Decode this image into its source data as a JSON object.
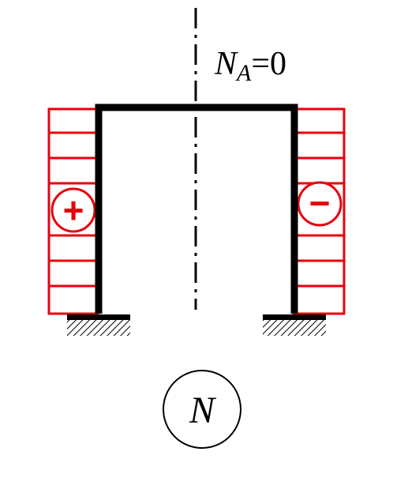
{
  "diagram": {
    "axis_label": {
      "symbol": "N",
      "subscript": "A",
      "equals": "=0"
    },
    "left_sign": "+",
    "right_sign": "−",
    "bottom_label": "N",
    "colors": {
      "frame": "#000000",
      "diagram": "#e8000b",
      "background": "#ffffff"
    }
  }
}
